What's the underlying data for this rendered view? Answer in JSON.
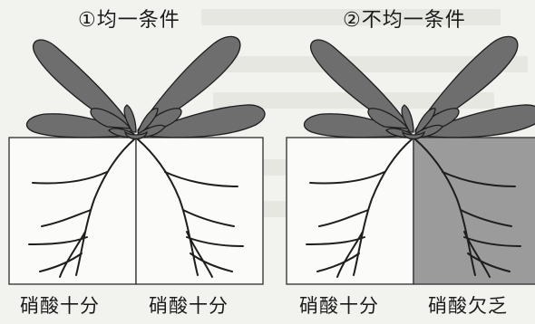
{
  "panels": [
    {
      "title": "①均一条件",
      "left_label": "硝酸十分",
      "right_label": "硝酸十分",
      "right_deficient": false
    },
    {
      "title": "②不均一条件",
      "left_label": "硝酸十分",
      "right_label": "硝酸欠乏",
      "right_deficient": true
    }
  ],
  "colors": {
    "leaf": "#6e6e6e",
    "leaf_outline": "#1e1e1e",
    "root": "#1e1e1e",
    "box_outline": "#3a3a3a",
    "box_fill": "#fbfbf9",
    "deficient_fill": "#9b9b9b",
    "background": "#f2f2ee"
  }
}
